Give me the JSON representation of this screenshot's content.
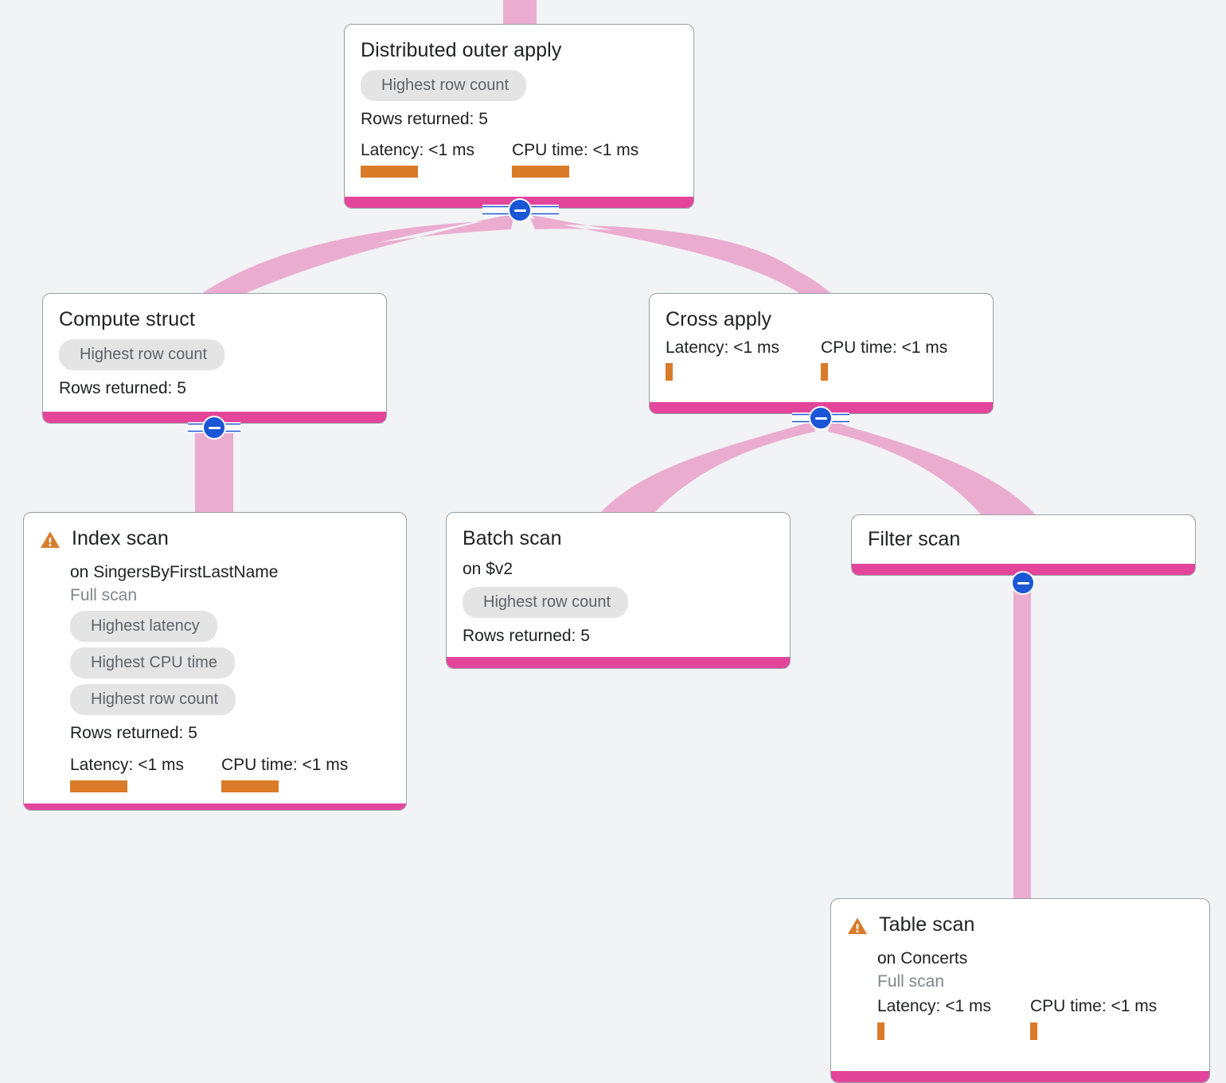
{
  "theme": {
    "background": "#f1f3f4",
    "node_bg": "#ffffff",
    "node_border": "#9aa0a6",
    "bottom_bar": "#e2459a",
    "edge_pink": "#eaadd0",
    "chip_bg": "#e4e4e4",
    "chip_text": "#5f6368",
    "metric_bar": "#d97b29",
    "toggle_blue": "#1a56d6",
    "warn_orange": "#d97b29",
    "text_primary": "#202124",
    "text_muted": "#80868b"
  },
  "labels": {
    "rows_returned_prefix": "Rows returned: ",
    "latency_prefix": "Latency: ",
    "cpu_prefix": "CPU time: ",
    "scan_on_prefix": "on "
  },
  "nodes": [
    {
      "id": "distributed-outer-apply",
      "title": "Distributed outer apply",
      "chips": [
        "Highest row count"
      ],
      "rows_returned": "Rows returned: 5",
      "latency": "Latency: <1 ms",
      "cpu_time": "CPU time: <1 ms",
      "warning": false,
      "has_toggle": true
    },
    {
      "id": "compute-struct",
      "title": "Compute struct",
      "chips": [
        "Highest row count"
      ],
      "rows_returned": "Rows returned: 5",
      "warning": false,
      "has_toggle": true
    },
    {
      "id": "cross-apply",
      "title": "Cross apply",
      "latency": "Latency: <1 ms",
      "cpu_time": "CPU time: <1 ms",
      "warning": false,
      "has_toggle": true
    },
    {
      "id": "index-scan",
      "title": "Index scan",
      "subtitle": "on SingersByFirstLastName",
      "scan_type": "Full scan",
      "chips": [
        "Highest latency",
        "Highest CPU time",
        "Highest row count"
      ],
      "rows_returned": "Rows returned: 5",
      "latency": "Latency: <1 ms",
      "cpu_time": "CPU time: <1 ms",
      "warning": true,
      "has_toggle": false
    },
    {
      "id": "batch-scan",
      "title": "Batch scan",
      "subtitle": "on $v2",
      "chips": [
        "Highest row count"
      ],
      "rows_returned": "Rows returned: 5",
      "warning": false,
      "has_toggle": false
    },
    {
      "id": "filter-scan",
      "title": "Filter scan",
      "warning": false,
      "has_toggle": true
    },
    {
      "id": "table-scan",
      "title": "Table scan",
      "subtitle": "on Concerts",
      "scan_type": "Full scan",
      "latency": "Latency: <1 ms",
      "cpu_time": "CPU time: <1 ms",
      "warning": true,
      "has_toggle": false
    }
  ],
  "edges": [
    {
      "from": "root-inlet",
      "to": "distributed-outer-apply"
    },
    {
      "from": "distributed-outer-apply",
      "to": "compute-struct"
    },
    {
      "from": "distributed-outer-apply",
      "to": "cross-apply"
    },
    {
      "from": "compute-struct",
      "to": "index-scan"
    },
    {
      "from": "cross-apply",
      "to": "batch-scan"
    },
    {
      "from": "cross-apply",
      "to": "filter-scan"
    },
    {
      "from": "filter-scan",
      "to": "table-scan"
    }
  ]
}
